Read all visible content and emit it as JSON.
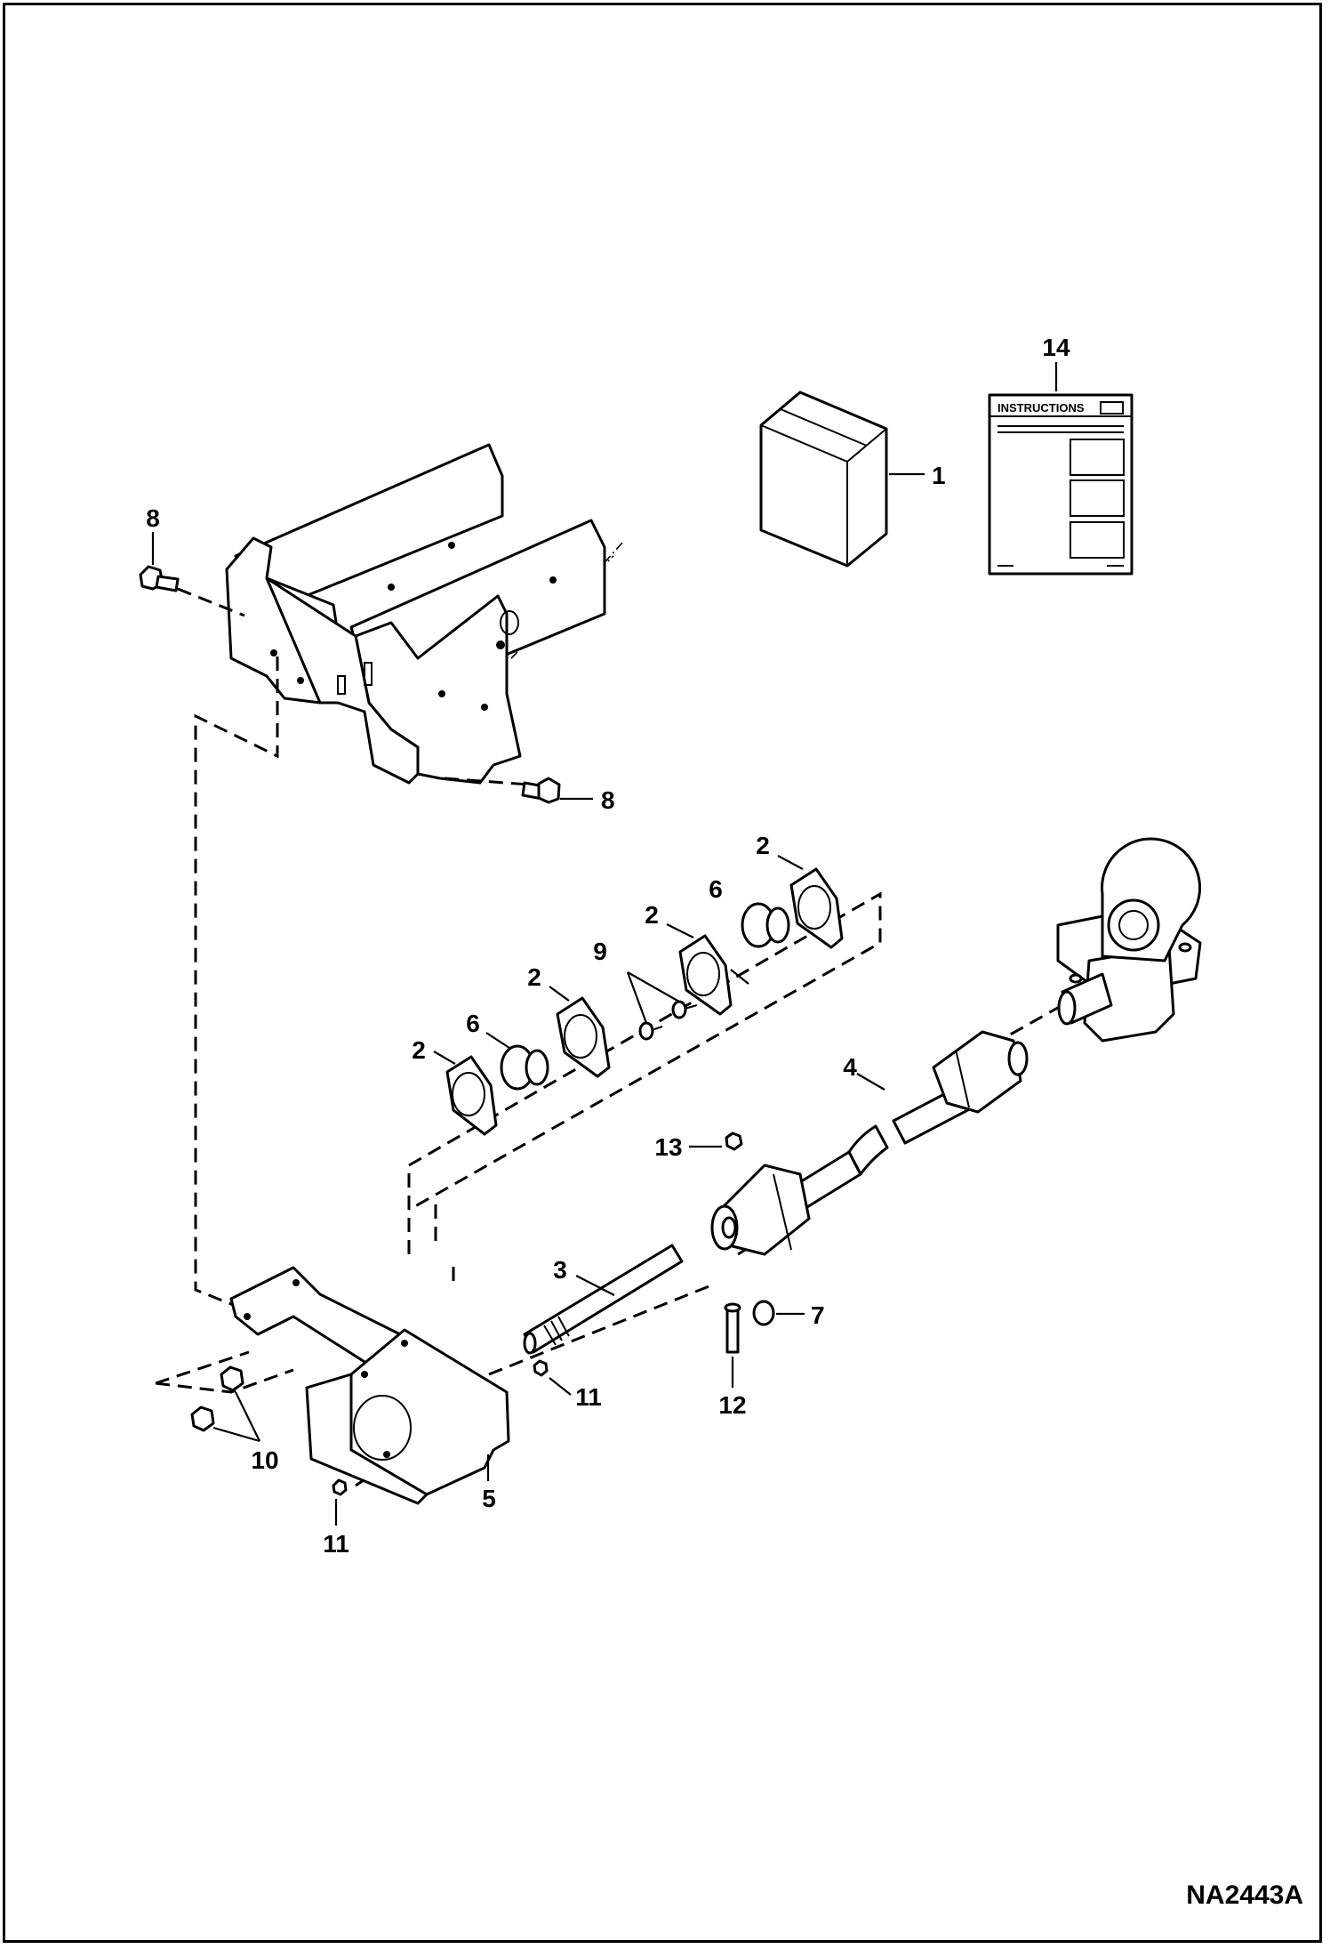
{
  "drawing_id": "NA2443A",
  "manual_card": {
    "heading": "INSTRUCTIONS"
  },
  "callouts": {
    "c1": "1",
    "c2a": "2",
    "c2b": "2",
    "c2c": "2",
    "c2d": "2",
    "c3": "3",
    "c4": "4",
    "c5": "5",
    "c6a": "6",
    "c6b": "6",
    "c7": "7",
    "c8a": "8",
    "c8b": "8",
    "c9": "9",
    "c10": "10",
    "c11a": "11",
    "c11b": "11",
    "c12": "12",
    "c13": "13",
    "c14": "14"
  }
}
